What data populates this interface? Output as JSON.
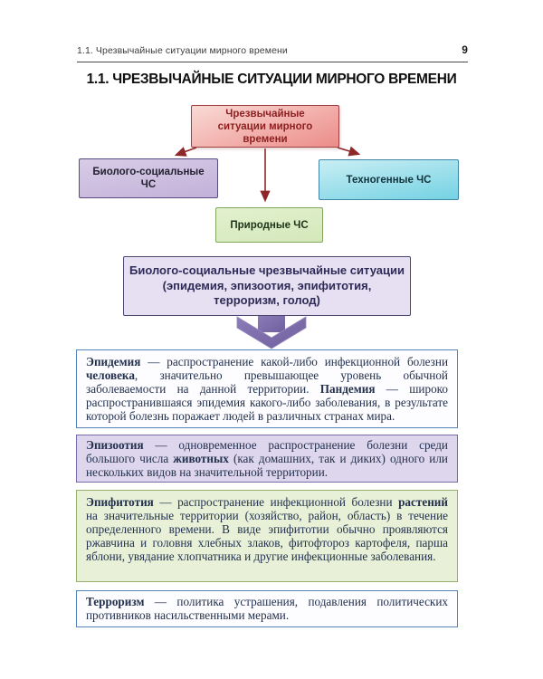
{
  "header": {
    "running_title": "1.1. Чрезвычайные ситуации мирного времени",
    "page_number": "9"
  },
  "title": "1.1. ЧРЕЗВЫЧАЙНЫЕ СИТУАЦИИ МИРНОГО ВРЕМЕНИ",
  "diagram": {
    "root_label": "Чрезвычайные ситуации мирного времени",
    "bio_social_label": "Биолого-социальные ЧС",
    "technogenic_label": "Техногенные ЧС",
    "natural_label": "Природные ЧС",
    "summary_lines": [
      "Биолого-социальные чрезвычайные ситуации",
      "(эпидемия, эпизоотия, эпифитотия,",
      "терроризм, голод)"
    ]
  },
  "definitions": [
    {
      "term": "Эпидемия",
      "segments": [
        {
          "t": "Эпидемия"
        },
        {
          "t": " — распространение какой-либо инфекционной болезни "
        },
        {
          "t": "человека"
        },
        {
          "t": ", значительно превышающее уровень обычной заболеваемости на данной территории. "
        },
        {
          "t": "Пандемия"
        },
        {
          "t": " — широко распространившаяся эпидемия какого-либо заболевания, в результате которой болезнь поражает людей в различных странах мира."
        }
      ]
    },
    {
      "term": "Эпизоотия",
      "segments": [
        {
          "t": "Эпизоотия"
        },
        {
          "t": " — одновременное распространение болезни среди большого числа "
        },
        {
          "t": "животных"
        },
        {
          "t": " (как домашних, так и диких) одного или нескольких видов на значительной территории."
        }
      ]
    },
    {
      "term": "Эпифитотия",
      "segments": [
        {
          "t": "Эпифитотия"
        },
        {
          "t": " — распространение инфекционной болезни "
        },
        {
          "t": "растений"
        },
        {
          "t": " на значительные территории (хозяйство, район, область) в течение определенного времени. В виде эпифитотии обычно проявляются ржавчина и головня хлебных злаков, фитофтороз картофеля, парша яблони, увядание хлопчатника и другие инфекционные заболевания."
        }
      ]
    },
    {
      "term": "Терроризм",
      "segments": [
        {
          "t": "Терроризм"
        },
        {
          "t": " — политика устрашения, подавления политических противников насильственными мерами."
        }
      ]
    }
  ],
  "colors": {
    "root_box_fill": "#ec8c89",
    "root_box_border": "#a04040",
    "root_box_text": "#8c1f1f",
    "bio_box_fill": "#c3b1d9",
    "bio_box_border": "#564a80",
    "tech_box_fill": "#74d2e3",
    "tech_box_border": "#3f85a5",
    "natural_box_fill": "#d3e8ba",
    "natural_box_border": "#83a55f",
    "summary_box_fill": "#e6e0f2",
    "summary_box_border": "#4a4670",
    "summary_box_text": "#2f2b58",
    "block_arrow_fill": "#7d6ead",
    "connector_arrow": "#8e2727",
    "def_blue_border": "#5584ba",
    "def_purple_border": "#776aa8",
    "def_purple_fill": "#ded6ec",
    "def_green_border": "#94b06c",
    "def_green_fill": "#e8f1d8",
    "def_text_color": "#22304e"
  }
}
